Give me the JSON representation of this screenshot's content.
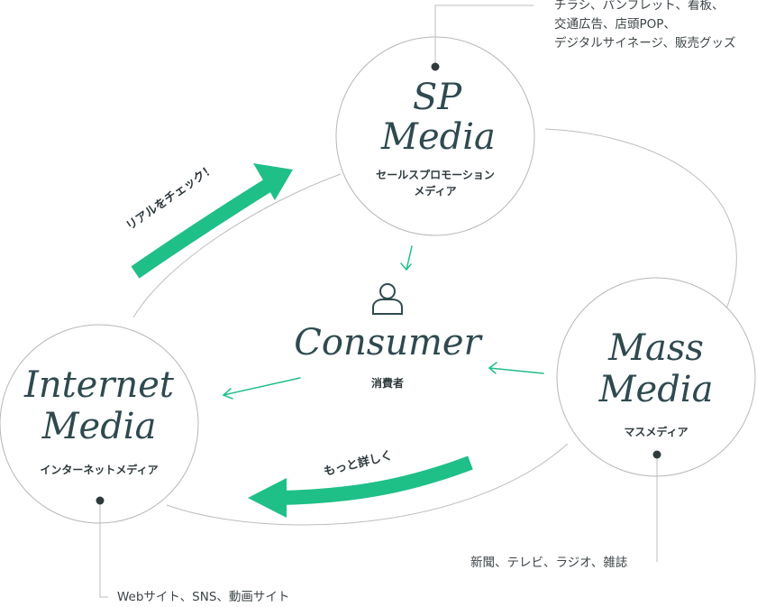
{
  "nodes": {
    "sp": {
      "title_line1": "SP",
      "title_line2": "Media",
      "subtitle_line1": "セールスプロモーション",
      "subtitle_line2": "メディア",
      "note_lines": [
        "チラシ、パンフレット、看板、",
        "交通広告、店頭POP、",
        "デジタルサイネージ、販売グッズ"
      ]
    },
    "mass": {
      "title_line1": "Mass",
      "title_line2": "Media",
      "subtitle": "マスメディア",
      "note": "新聞、テレビ、ラジオ、雑誌"
    },
    "internet": {
      "title_line1": "Internet",
      "title_line2": "Media",
      "subtitle": "インターネットメディア",
      "note": "Webサイト、SNS、動画サイト"
    },
    "consumer": {
      "title": "Consumer",
      "subtitle": "消費者",
      "icon": "person-icon"
    }
  },
  "arrows": {
    "to_sp_label": "リアルをチェック！",
    "to_internet_label": "もっと詳しく"
  },
  "colors": {
    "accent_green": "#1fbf88",
    "text_dark": "#2f4a4f",
    "line_gray": "#b7b7b7"
  }
}
